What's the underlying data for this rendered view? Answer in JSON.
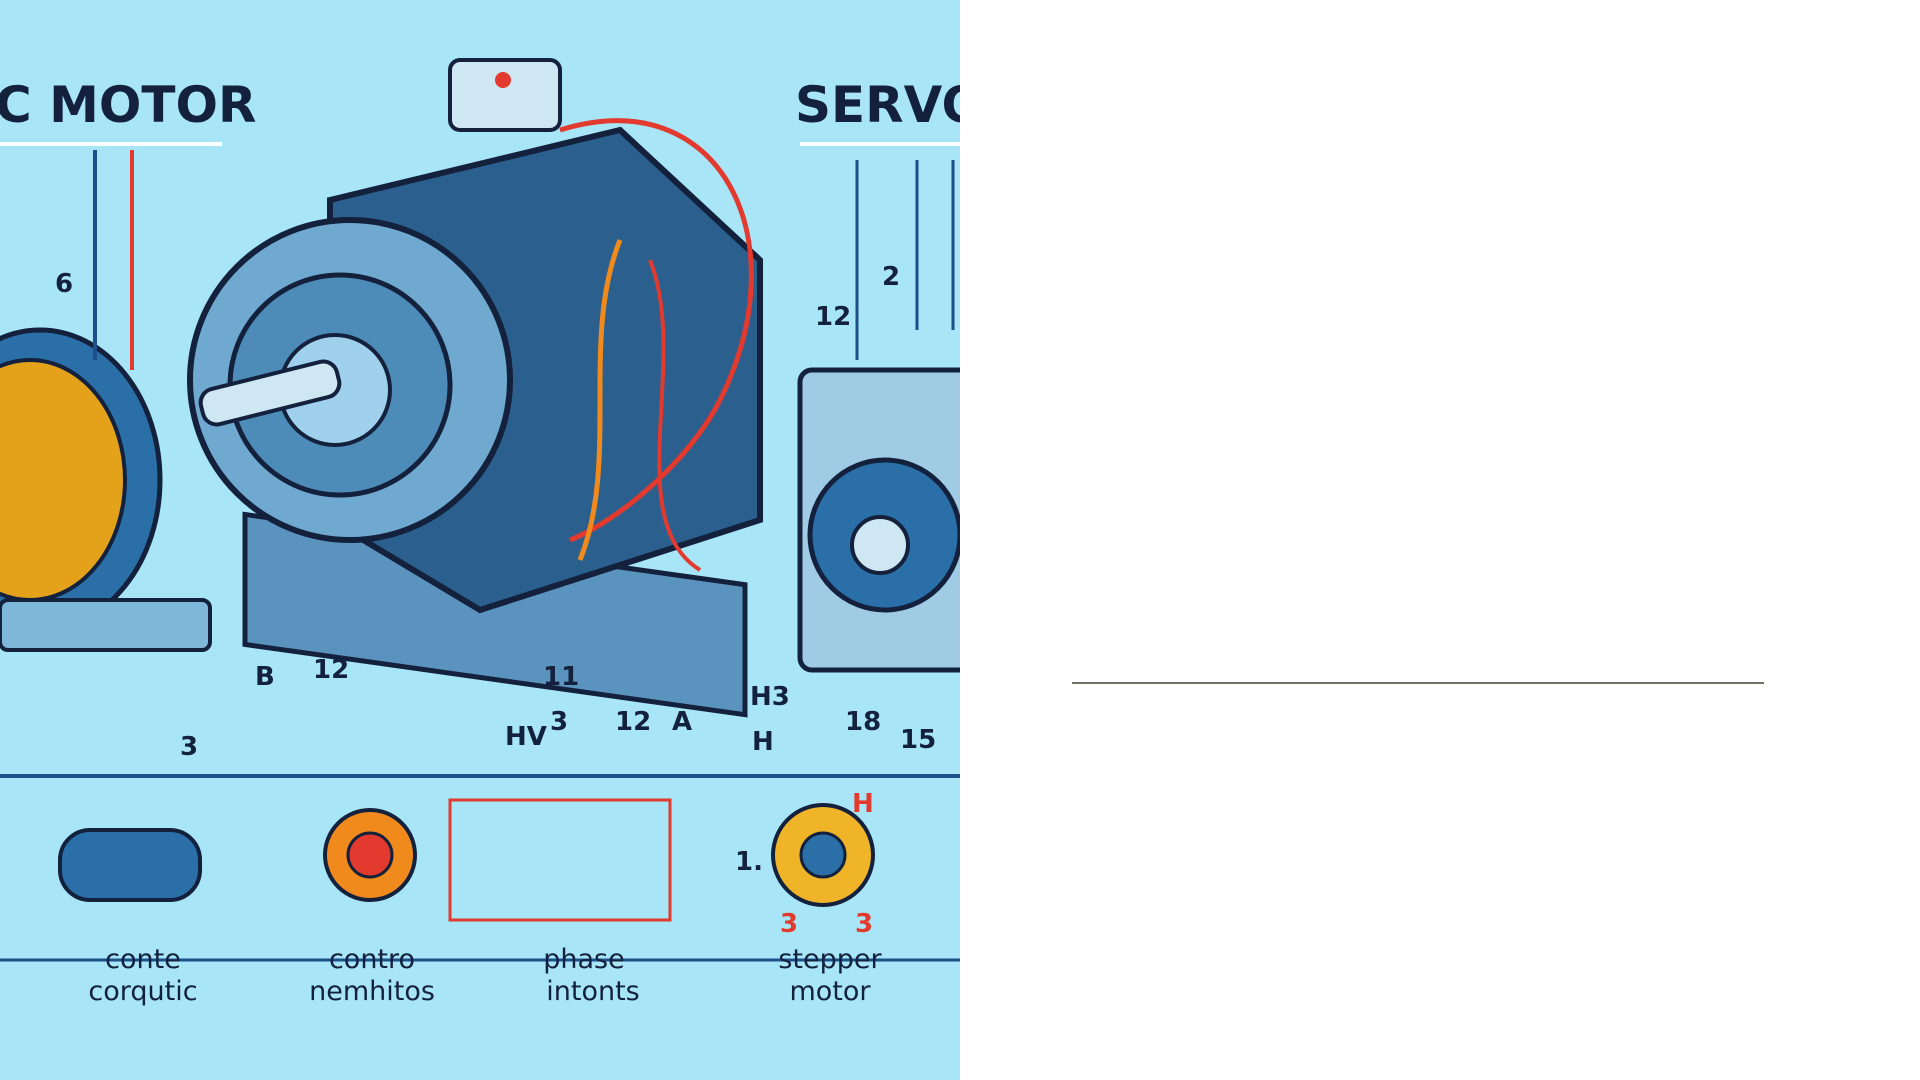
{
  "illustration": {
    "title_left": "C MOTOR",
    "title_right": "SERVO",
    "numbers": [
      "6",
      "12",
      "2",
      "B",
      "12",
      "11",
      "3",
      "12",
      "A",
      "HV",
      "H3",
      "18",
      "15",
      "H",
      "3",
      "1.",
      "H",
      "3",
      "3"
    ],
    "captions": [
      {
        "line1": "conte",
        "line2": "corqutic"
      },
      {
        "line1": "contro",
        "line2": "nemhitos"
      },
      {
        "line1": "phase",
        "line2": "intonts"
      },
      {
        "line1": "stepper",
        "line2": "motor"
      }
    ]
  },
  "colors": {
    "background_illustration": "#a8e6f7",
    "divider": "#707463",
    "ink": "#14213d",
    "wire_red": "#e23a2e",
    "wire_orange": "#f08a1c"
  }
}
